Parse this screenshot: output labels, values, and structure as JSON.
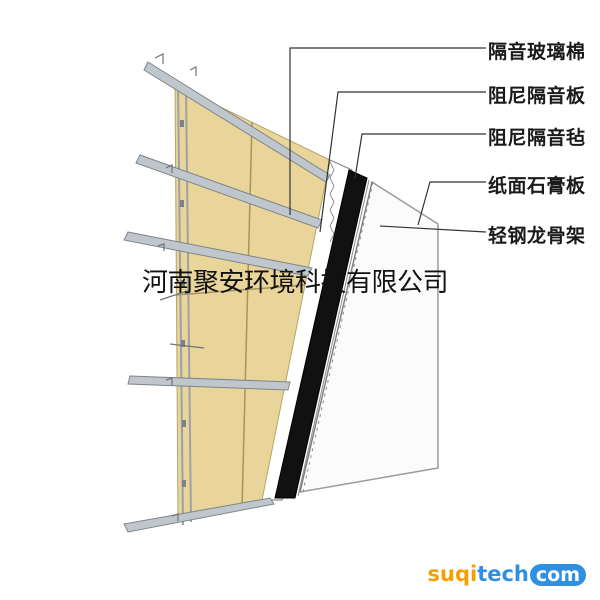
{
  "labels": [
    {
      "text": "隔音玻璃棉",
      "target": "glass-wool"
    },
    {
      "text": "阻尼隔音板",
      "target": "damping-board"
    },
    {
      "text": "阻尼隔音毡",
      "target": "damping-felt"
    },
    {
      "text": "纸面石膏板",
      "target": "gypsum-board"
    },
    {
      "text": "轻钢龙骨架",
      "target": "steel-frame"
    }
  ],
  "overlay_text": "河南聚安环境科技有限公司",
  "watermark": {
    "part1": "suqi",
    "part2": "tech",
    "part3": "com"
  },
  "colors": {
    "glass_wool": "#e9d59a",
    "felt": "#111111",
    "gypsum": "#fbfbfb",
    "steel": "#bfc6cc",
    "leader": "#333333"
  }
}
